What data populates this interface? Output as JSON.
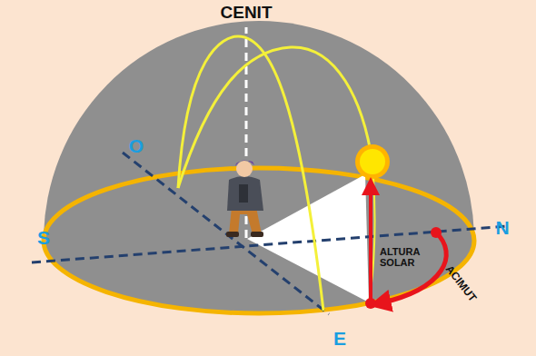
{
  "diagram": {
    "labels": [
      "CENIT",
      "O",
      "S",
      "N",
      "E",
      "ALTURA SOLAR",
      "ACIMUT"
    ]
  }
}
